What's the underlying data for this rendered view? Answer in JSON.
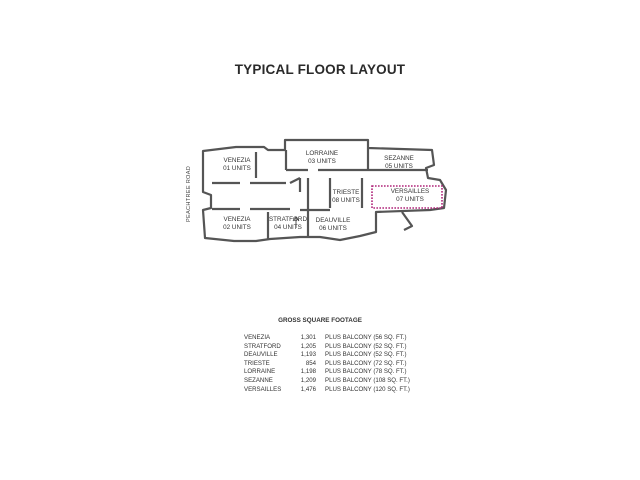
{
  "title": "TYPICAL FLOOR LAYOUT",
  "road_label": "PEACHTREE ROAD",
  "units": [
    {
      "name": "VENEZIA",
      "count": "01 UNITS"
    },
    {
      "name": "LORRAINE",
      "count": "03 UNITS"
    },
    {
      "name": "SEZANNE",
      "count": "05 UNITS"
    },
    {
      "name": "TRIESTE",
      "count": "08 UNITS"
    },
    {
      "name": "VERSAILLES",
      "count": "07 UNITS"
    },
    {
      "name": "VENEZIA",
      "count": "02 UNITS"
    },
    {
      "name": "STRATFORD",
      "count": "04 UNITS"
    },
    {
      "name": "DEAUVILLE",
      "count": "06 UNITS"
    }
  ],
  "highlight_color": "#b0267a",
  "gross_square_footage": {
    "heading": "GROSS SQUARE FOOTAGE",
    "rows": [
      {
        "name": "VENEZIA",
        "sqft": "1,301",
        "balcony": "PLUS BALCONY (56 SQ. FT.)"
      },
      {
        "name": "STRATFORD",
        "sqft": "1,205",
        "balcony": "PLUS BALCONY (52 SQ. FT.)"
      },
      {
        "name": "DEAUVILLE",
        "sqft": "1,193",
        "balcony": "PLUS BALCONY (52 SQ. FT.)"
      },
      {
        "name": "TRIESTE",
        "sqft": "854",
        "balcony": "PLUS BALCONY (72 SQ. FT.)"
      },
      {
        "name": "LORRAINE",
        "sqft": "1,198",
        "balcony": "PLUS BALCONY (78 SQ. FT.)"
      },
      {
        "name": "SEZANNE",
        "sqft": "1,209",
        "balcony": "PLUS BALCONY (108 SQ. FT.)"
      },
      {
        "name": "VERSAILLES",
        "sqft": "1,476",
        "balcony": "PLUS BALCONY (120 SQ. FT.)"
      }
    ]
  }
}
